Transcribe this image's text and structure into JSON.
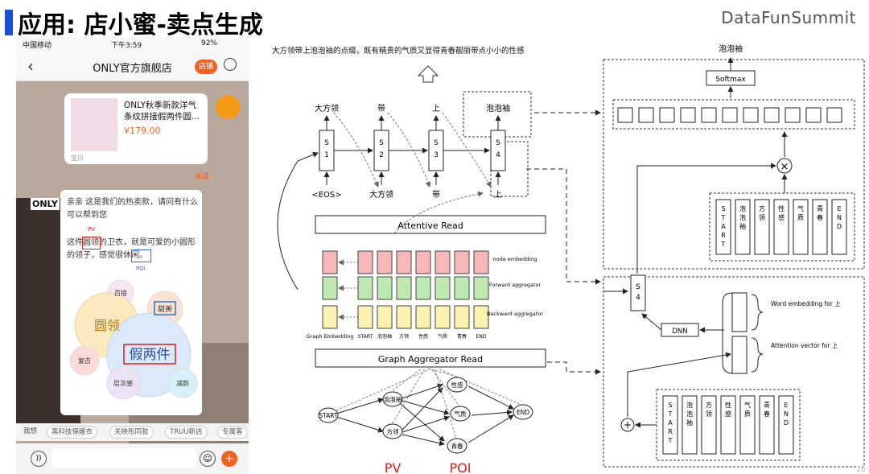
{
  "slide": {
    "title": "应用: 店小蜜-卖点生成",
    "brand": "DataFunSummit",
    "page_number": "26"
  },
  "phone": {
    "status": {
      "carrier": "中国移动",
      "time": "下午3:59",
      "battery": "92%"
    },
    "shop_title": "ONLY官方旗舰店",
    "store_button": "店铺",
    "product": {
      "name": "ONLY秋季新款洋气条纹拼接假两件圆...",
      "price": "¥179.00",
      "tag": "宝贝"
    },
    "unread": "未读",
    "logo": "ONLY",
    "chat_line1": "亲亲 这是我们的热卖款，请问有什么可以帮到您",
    "pv_label": "PV",
    "chat_line2": "这件圆领的卫衣，就是可爱的小圆形的领子，感觉很休闲。",
    "poi_label": "POI",
    "bubbles": [
      {
        "label": "百搭",
        "color": "#f8e7f0"
      },
      {
        "label": "圆领",
        "color": "#fbe9bf"
      },
      {
        "label": "甜美",
        "color": "#fde3d3"
      },
      {
        "label": "假两件",
        "color": "#dbe9fb"
      },
      {
        "label": "复古",
        "color": "#fbdada"
      },
      {
        "label": "层次感",
        "color": "#ece3f6"
      },
      {
        "label": "减龄",
        "color": "#d6f0f7"
      }
    ],
    "bottom_tabs": [
      "我想",
      "黑科技保暖衣",
      "关晓彤同款",
      "TRUU新店",
      "专属客"
    ]
  },
  "diagram": {
    "top_sentence": "大方领带上泡泡袖的点缀，既有精贵的气质又显得青春靓丽带点小小的性感",
    "output_word": "泡泡袖",
    "softmax": "Softmax",
    "step_tops": [
      "大方领",
      "带",
      "上",
      "泡泡袖"
    ],
    "step_cells": [
      "S\n1",
      "S\n2",
      "S\n3",
      "S\n4"
    ],
    "step_bottoms": [
      "<EOS>",
      "大方领",
      "带",
      "上"
    ],
    "attentive_read": "Attentive Read",
    "graph_read": "Graph Aggregator Read",
    "row_labels": [
      "node embedding",
      "Forward aggregator",
      "Backward aggregator"
    ],
    "graph_embedding_label": "Graph Embedding",
    "col_labels": [
      "START",
      "泡泡袖",
      "方领",
      "性感",
      "气质",
      "青春",
      "END"
    ],
    "graph_nodes": [
      "START",
      "泡泡袖",
      "方领",
      "性感",
      "气质",
      "青春",
      "END"
    ],
    "pv": "PV",
    "poi": "POI",
    "vertical_tokens": [
      "S T A R T",
      "泡 泡 袖",
      "方 领",
      "性 感",
      "气 质",
      "青 春",
      "E N D"
    ],
    "dnn": "DNN",
    "s4": "S 4",
    "word_embedding": "Word embedding for 上",
    "attention_vector": "Attention vector for 上"
  }
}
